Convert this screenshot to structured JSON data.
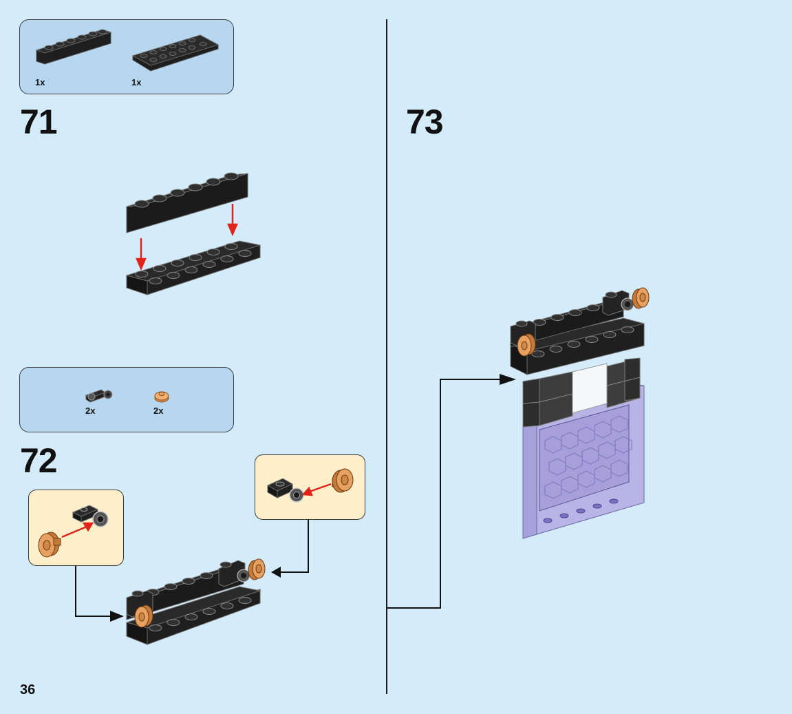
{
  "page": {
    "number": "36"
  },
  "steps": [
    {
      "number": "71",
      "parts": [
        {
          "name": "brick 1x6",
          "qty": "1x"
        },
        {
          "name": "plate 2x6",
          "qty": "1x"
        }
      ]
    },
    {
      "number": "72",
      "parts": [
        {
          "name": "plate with clip",
          "qty": "2x"
        },
        {
          "name": "round plate orange",
          "qty": "2x"
        }
      ]
    },
    {
      "number": "73",
      "parts": []
    }
  ],
  "colors": {
    "background": "#d4ebf9",
    "parts_box": "#b7d7f1",
    "callout": "#fcefc9",
    "arrow_red": "#e2231a",
    "brick_black": "#1e1e1e",
    "orange": "#e8a060",
    "trans_purple": "#b9b4e6"
  }
}
